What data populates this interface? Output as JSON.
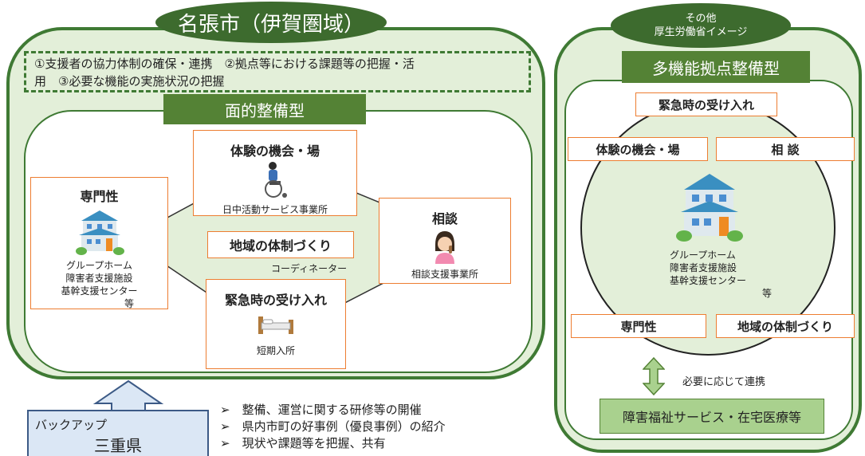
{
  "left": {
    "title": "名張市（伊賀圏域）",
    "goals_line1": "①支援者の協力体制の確保・連携　②拠点等における課題等の把握・活",
    "goals_line2": "用　③必要な機能の実施状況の把握",
    "banner": "面的整備型",
    "experience": {
      "title": "体験の機会・場",
      "sub": "日中活動サービス事業所"
    },
    "expertise": {
      "title": "専門性",
      "lines": [
        "グループホーム",
        "障害者支援施設",
        "基幹支援センター"
      ],
      "etc": "等"
    },
    "consult": {
      "title": "相談",
      "sub": "相談支援事業所"
    },
    "community": {
      "title": "地域の体制づくり",
      "sub": "コーディネーター"
    },
    "emergency": {
      "title": "緊急時の受け入れ",
      "sub": "短期入所"
    }
  },
  "backup": {
    "label": "バックアップ",
    "pref": "三重県"
  },
  "bullets": [
    "整備、運営に関する研修等の開催",
    "県内市町の好事例（優良事例）の紹介",
    "現状や課題等を把握、共有"
  ],
  "right": {
    "title_line1": "その他",
    "title_line2": "厚生労働省イメージ",
    "banner": "多機能拠点整備型",
    "emergency": "緊急時の受け入れ",
    "experience": "体験の機会・場",
    "consult": "相 談",
    "center_lines": [
      "グループホーム",
      "障害者支援施設",
      "基幹支援センター"
    ],
    "center_etc": "等",
    "expertise": "専門性",
    "community": "地域の体制づくり",
    "link_label": "必要に応じて連携",
    "bottom": "障害福祉サービス・在宅医療等"
  }
}
